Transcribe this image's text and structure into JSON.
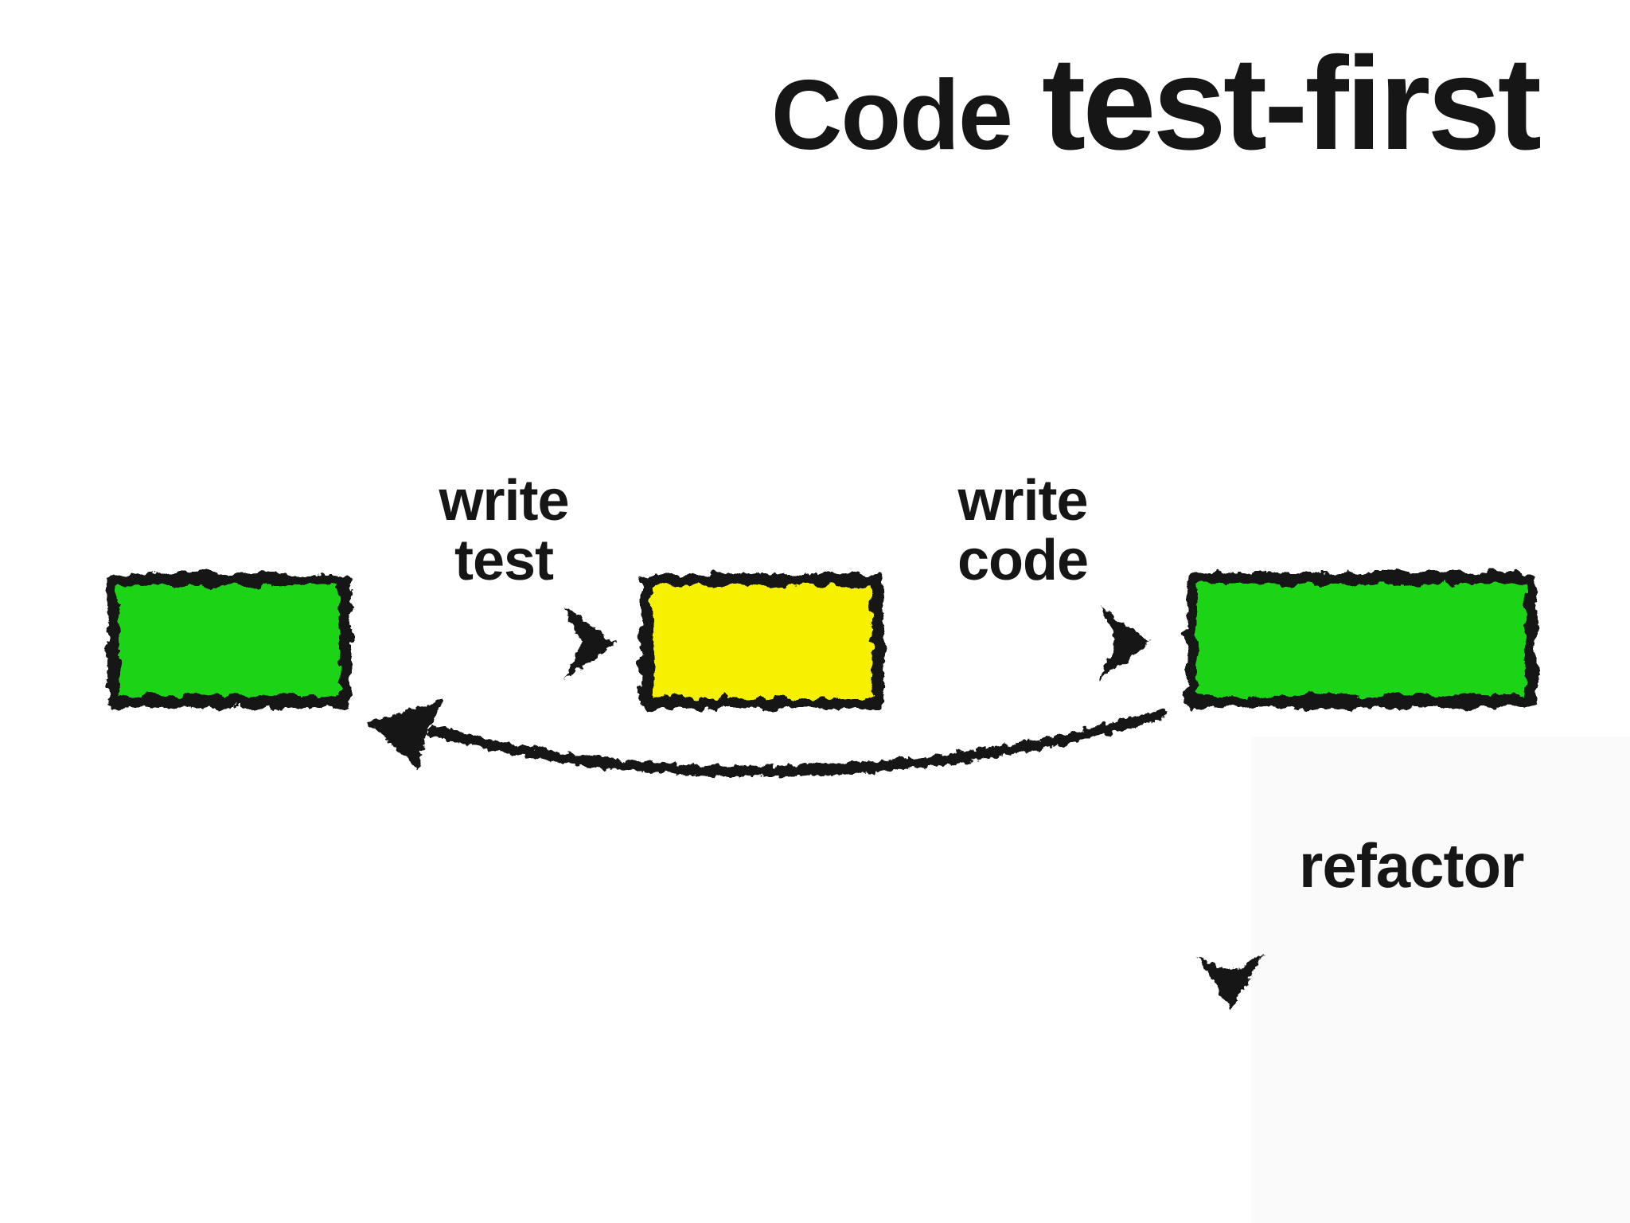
{
  "slide": {
    "title_regular": "Code",
    "title_emphasis": "test-first"
  },
  "flow": {
    "step1_label_line1": "write",
    "step1_label_line2": "test",
    "step2_label_line1": "write",
    "step2_label_line2": "code",
    "refactor_label": "refactor"
  },
  "boxes": [
    {
      "id": "state-pass-start",
      "color_key": "pass_green"
    },
    {
      "id": "state-fail-middle",
      "color_key": "fail_yellow"
    },
    {
      "id": "state-pass-end",
      "color_key": "pass_green"
    }
  ],
  "colors": {
    "pass_green": "#1bd414",
    "fail_yellow": "#f5f100",
    "ink": "#141414",
    "background": "#ffffff",
    "corner_shade": "#fafafa"
  }
}
